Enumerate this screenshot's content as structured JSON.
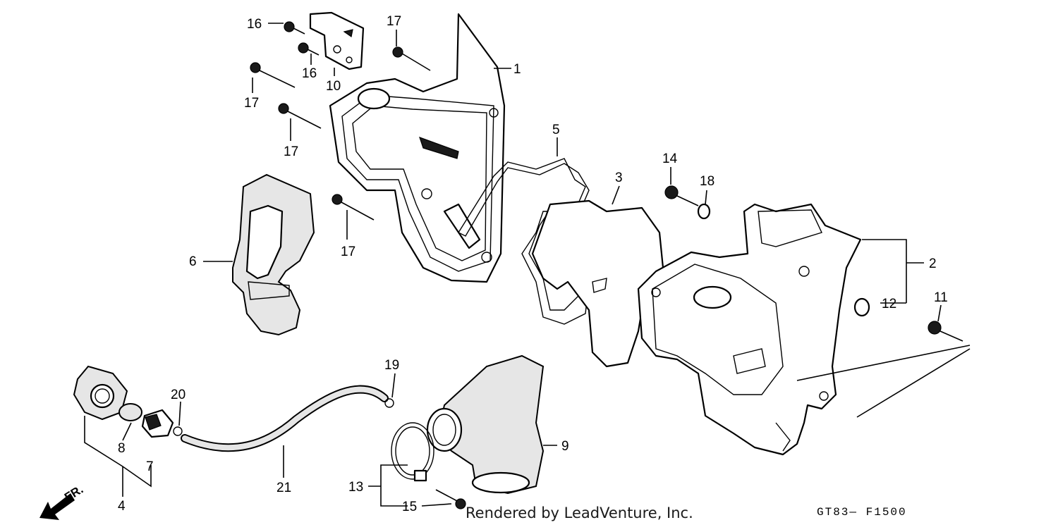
{
  "callouts": {
    "c1": "1",
    "c2": "2",
    "c3": "3",
    "c4": "4",
    "c5": "5",
    "c6": "6",
    "c7": "7",
    "c8": "8",
    "c9": "9",
    "c10": "10",
    "c11": "11",
    "c12": "12",
    "c13": "13",
    "c14": "14",
    "c15": "15",
    "c16a": "16",
    "c16b": "16",
    "c17a": "17",
    "c17b": "17",
    "c17c": "17",
    "c17d": "17",
    "c18": "18",
    "c19": "19",
    "c20": "20",
    "c21": "21"
  },
  "direction_label": "FR.",
  "credit": "Rendered by LeadVenture, Inc.",
  "diagram_code": "GT83— F1500",
  "colors": {
    "line": "#000000",
    "background": "#ffffff",
    "shading": "#e6e6e6"
  }
}
